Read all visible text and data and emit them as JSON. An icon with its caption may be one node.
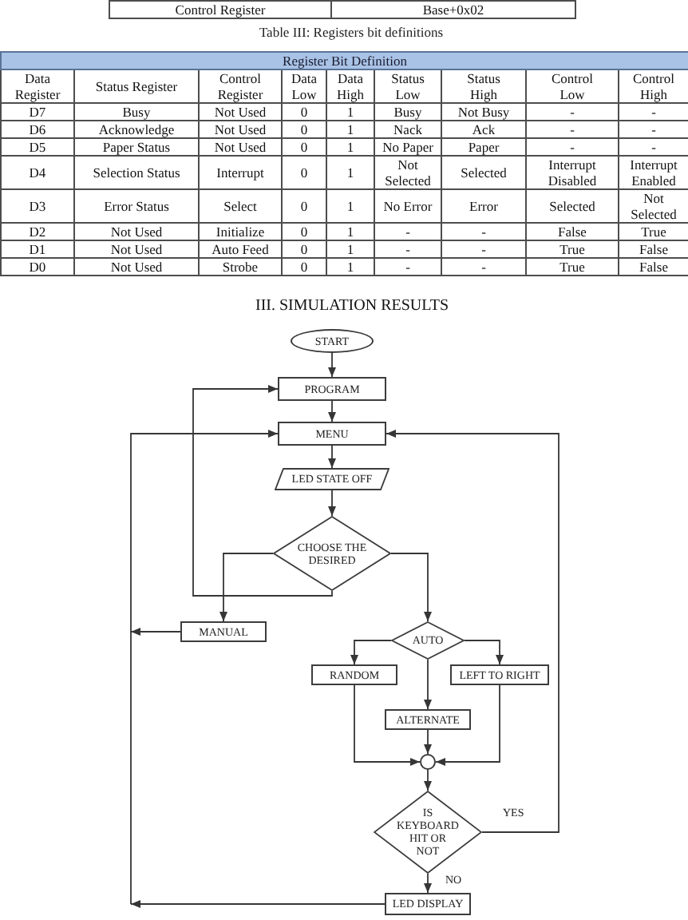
{
  "diagram": {
    "nodes": [
      {
        "text": [
          "START"
        ]
      },
      {
        "text": [
          "PROGRAM"
        ]
      },
      {
        "text": [
          "MENU"
        ]
      },
      {
        "text": [
          "LED STATE OFF"
        ]
      },
      {
        "text": [
          "CHOOSE THE DESIRED"
        ]
      },
      {
        "text": [
          "MANUAL"
        ]
      },
      {
        "text": [
          "AUTO"
        ]
      },
      {
        "text": [
          "RANDOM"
        ]
      },
      {
        "text": [
          "LEFT TO RIGHT"
        ]
      },
      {
        "text": [
          "ALTERNATE"
        ]
      },
      {
        "text": [],
        "shape": "circle"
      },
      {
        "text": [
          "IS KEYBOARD HIT OR NOT"
        ]
      },
      {
        "text": [
          "LED DISPLAY"
        ]
      }
    ],
    "edges": [
      {
        "from": 0,
        "to": 1,
        "arrow": "to"
      },
      {
        "from": 1,
        "to": 2,
        "arrow": "to"
      },
      {
        "from": 2,
        "to": 3,
        "arrow": "to"
      },
      {
        "from": 3,
        "to": 4,
        "arrow": "to"
      },
      {
        "from": 4,
        "to": 5,
        "arrow": "to"
      },
      {
        "from": 4,
        "to": 6,
        "arrow": "to"
      },
      {
        "from": 4,
        "to": 1,
        "arrow": "to"
      },
      {
        "from": 5,
        "to": 2,
        "arrow": "to"
      },
      {
        "from": 6,
        "to": 7,
        "arrow": "to"
      },
      {
        "from": 6,
        "to": 8,
        "arrow": "to"
      },
      {
        "from": 6,
        "to": 9,
        "arrow": "to"
      },
      {
        "from": 7,
        "to": 10,
        "arrow": "to"
      },
      {
        "from": 8,
        "to": 10,
        "arrow": "to"
      },
      {
        "from": 9,
        "to": 10,
        "arrow": "to"
      },
      {
        "from": 10,
        "to": 11,
        "arrow": "to"
      },
      {
        "from": 11,
        "to": 2,
        "label": "YES",
        "arrow": "to"
      },
      {
        "from": 11,
        "to": 12,
        "label": "NO",
        "arrow": "to"
      },
      {
        "from": 12,
        "to": 2,
        "arrow": "to"
      }
    ],
    "labels": [
      "Control Register",
      "Base+0x02",
      "Table III: Registers bit definitions",
      "Register Bit Definition",
      "Data Register",
      "Status Register",
      "Control Register",
      "Data Low",
      "Data High",
      "Status Low",
      "Status High",
      "Control Low",
      "Control High",
      "D7",
      "Busy",
      "Not Used",
      "0",
      "1",
      "Busy",
      "Not Busy",
      "-",
      "-",
      "D6",
      "Acknowledge",
      "Not Used",
      "0",
      "1",
      "Nack",
      "Ack",
      "-",
      "-",
      "D5",
      "Paper Status",
      "Not Used",
      "0",
      "1",
      "No Paper",
      "Paper",
      "-",
      "-",
      "D4",
      "Selection Status",
      "Interrupt",
      "0",
      "1",
      "Not Selected",
      "Selected",
      "Interrupt Disabled",
      "Interrupt Enabled",
      "D3",
      "Error Status",
      "Select",
      "0",
      "1",
      "No Error",
      "Error",
      "Selected",
      "Not Selected",
      "D2",
      "Not Used",
      "Initialize",
      "0",
      "1",
      "-",
      "-",
      "False",
      "True",
      "D1",
      "Not Used",
      "Auto Feed",
      "0",
      "1",
      "-",
      "-",
      "True",
      "False",
      "D0",
      "Not Used",
      "Strobe",
      "0",
      "1",
      "-",
      "-",
      "True",
      "False",
      "III. SIMULATION RESULTS"
    ]
  }
}
